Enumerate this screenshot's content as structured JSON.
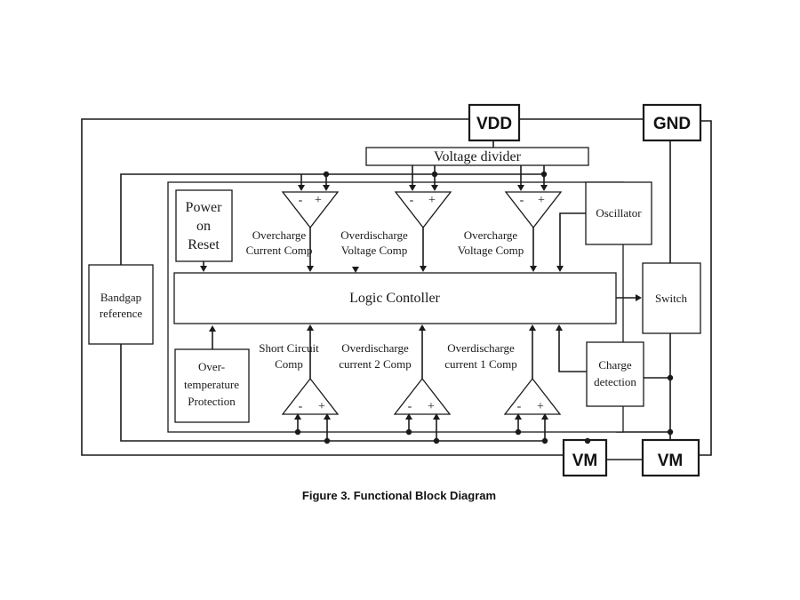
{
  "pins": {
    "vdd": "VDD",
    "gnd": "GND",
    "vm_left": "VM",
    "vm_right": "VM"
  },
  "blocks": {
    "voltage_divider": "Voltage divider",
    "power_on_reset": [
      "Power",
      "on",
      "Reset"
    ],
    "oscillator": "Oscillator",
    "logic_controller": "Logic Contoller",
    "switch": "Switch",
    "bandgap_reference": [
      "Bandgap",
      "reference"
    ],
    "over_temperature_protection": [
      "Over-",
      "temperature",
      "Protection"
    ],
    "charge_detection": [
      "Charge",
      "detection"
    ]
  },
  "comparators": {
    "overcharge_current": [
      "Overcharge",
      "Current Comp"
    ],
    "overdischarge_voltage": [
      "Overdischarge",
      "Voltage Comp"
    ],
    "overcharge_voltage": [
      "Overcharge",
      "Voltage Comp"
    ],
    "short_circuit": [
      "Short Circuit",
      "Comp"
    ],
    "overdischarge_current_2": [
      "Overdischarge",
      "current 2 Comp"
    ],
    "overdischarge_current_1": [
      "Overdischarge",
      "current 1 Comp"
    ],
    "minus_sign": "-",
    "plus_sign": "+"
  },
  "caption": "Figure 3. Functional Block Diagram"
}
